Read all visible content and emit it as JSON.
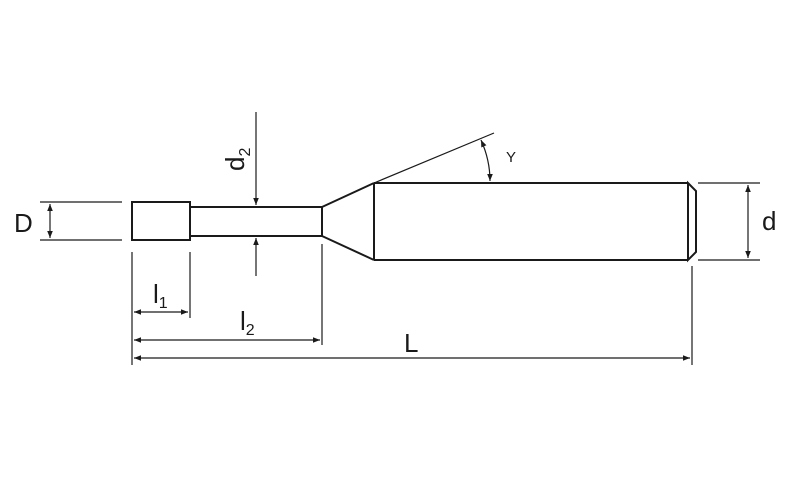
{
  "labels": {
    "D": "D",
    "d": "d",
    "d2_main": "d",
    "d2_sub": "2",
    "l1_main": "l",
    "l1_sub": "1",
    "l2_main": "l",
    "l2_sub": "2",
    "L": "L",
    "Y": "Y"
  },
  "colors": {
    "line": "#1a1a1a",
    "background": "#ffffff"
  }
}
